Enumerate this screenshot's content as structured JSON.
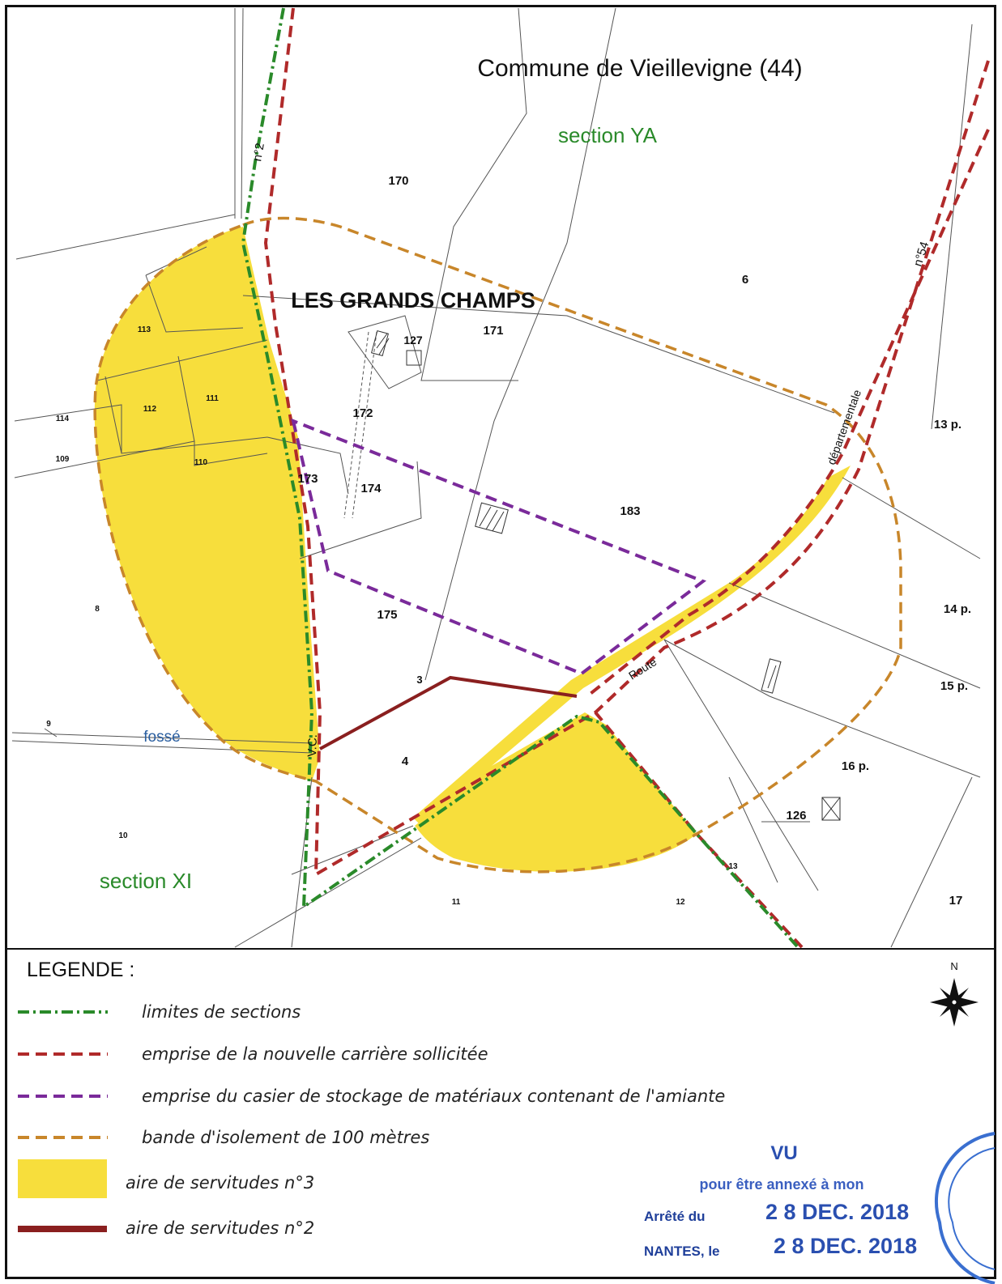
{
  "map": {
    "title": "Commune de Vieillevigne (44)",
    "place_name": "LES GRANDS CHAMPS",
    "section_ya": "section YA",
    "section_xi": "section XI",
    "ditch_label": "fossé",
    "road_vc": "V.C.",
    "road_vc_no": "n°2",
    "road_dep_no": "n°54",
    "road_dep_label": "départementale",
    "road_route": "Route",
    "parcels": [
      "170",
      "6",
      "171",
      "127",
      "113",
      "112",
      "111",
      "114",
      "109",
      "110",
      "172",
      "173",
      "174",
      "183",
      "8",
      "175",
      "3",
      "4",
      "9",
      "10",
      "11",
      "12",
      "13",
      "14 p.",
      "15 p.",
      "16 p.",
      "126",
      "13 p.",
      "17"
    ]
  },
  "legend": {
    "title": "LEGENDE :",
    "items": [
      {
        "label": "limites de sections",
        "color": "#2a8a2a"
      },
      {
        "label": "emprise de la nouvelle carrière sollicitée",
        "color": "#b02a2a"
      },
      {
        "label": "emprise du casier de stockage de matériaux contenant de l'amiante",
        "color": "#7a2a9a"
      },
      {
        "label": "bande d'isolement de 100 mètres",
        "color": "#c8862a"
      },
      {
        "label": "aire de servitudes n°3",
        "color": "#f7de3c"
      },
      {
        "label": "aire de servitudes n°2",
        "color": "#8a1f1f"
      }
    ],
    "north": "N"
  },
  "stamp": {
    "vu": "VU",
    "line1": "pour être annexé à mon",
    "arrete_label": "Arrêté du",
    "nantes_label": "NANTES, le",
    "date": "2 8 DEC. 2018"
  }
}
